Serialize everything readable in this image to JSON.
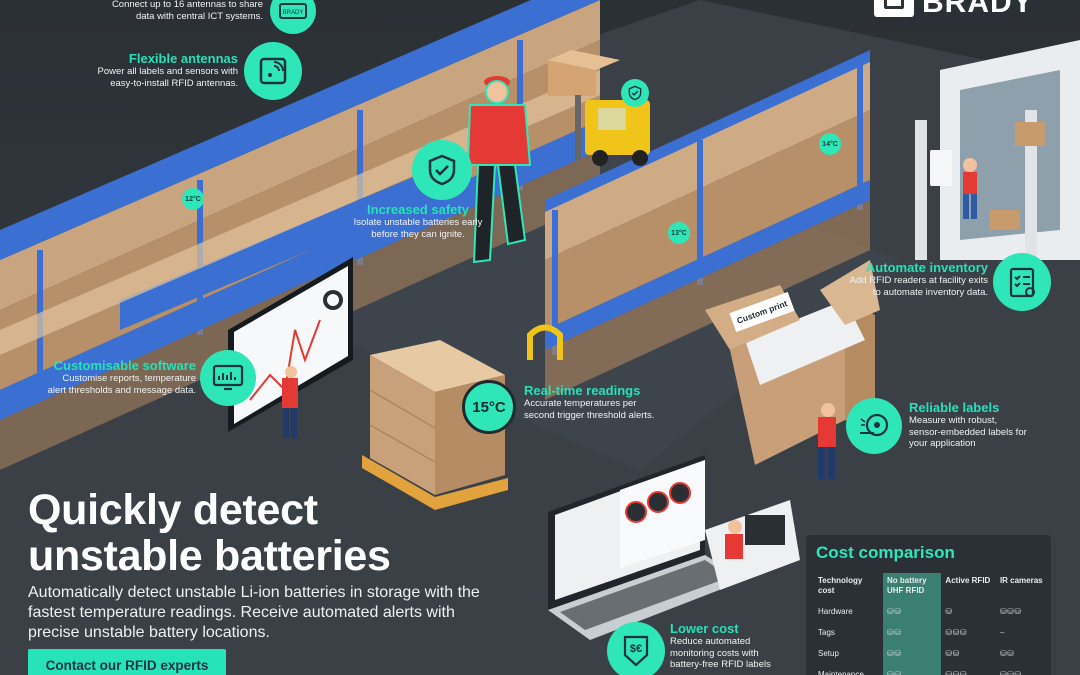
{
  "features": {
    "connect": {
      "desc": "Connect up to 16 antennas to share\ndata with central ICT systems."
    },
    "antennas": {
      "title": "Flexible antennas",
      "desc": "Power all labels and sensors with\neasy-to-install RFID antennas."
    },
    "safety": {
      "title": "Increased safety",
      "desc": "Isolate unstable batteries early\nbefore they can ignite."
    },
    "inventory": {
      "title": "Automate inventory",
      "desc": "Add RFID readers at facility exits\nto automate inventory data."
    },
    "software": {
      "title": "Customisable software",
      "desc": "Customise reports, temperature\nalert thresholds and message data."
    },
    "readings": {
      "title": "Real-time readings",
      "desc": "Accurate temperatures per\nsecond trigger threshold alerts."
    },
    "labels": {
      "title": "Reliable labels",
      "desc": "Measure with robust,\nsensor-embedded labels for\nyour application"
    },
    "lowcost": {
      "title": "Lower cost",
      "desc": "Reduce automated\nmonitoring costs with\nbattery-free RFID labels"
    }
  },
  "temps": {
    "t12": "12°C",
    "t13": "13°C",
    "t14": "14°C",
    "big": "15°C"
  },
  "box_print": "Custom print",
  "device_brand": "BRADY",
  "headline": {
    "line1": "Quickly detect",
    "line2": "unstable batteries"
  },
  "lead": "Automatically detect unstable Li-ion batteries in storage with the fastest temperature readings. Receive automated alerts with precise unstable battery locations.",
  "cta": "Contact our RFID experts",
  "logo": "BRADY",
  "cost": {
    "title": "Cost comparison",
    "headers": [
      "Technology cost",
      "No battery UHF RFID",
      "Active RFID",
      "IR cameras"
    ],
    "rows": [
      {
        "label": "Hardware",
        "uhf": "⛁⛁",
        "active": "⛁",
        "ir": "⛁⛁⛁"
      },
      {
        "label": "Tags",
        "uhf": "⛁⛁",
        "active": "⛁⛁⛁",
        "ir": "–"
      },
      {
        "label": "Setup",
        "uhf": "⛁⛁",
        "active": "⛁⛁",
        "ir": "⛁⛁"
      },
      {
        "label": "Maintenance",
        "uhf": "⛁⛁",
        "active": "⛁⛁⛁",
        "ir": "⛁⛁⛁"
      }
    ]
  },
  "colors": {
    "accent": "#2ee6b7",
    "background": "#2e3338",
    "rack": "#3b6fd1",
    "box": "#d9b48e",
    "worker_shirt": "#e53935"
  }
}
